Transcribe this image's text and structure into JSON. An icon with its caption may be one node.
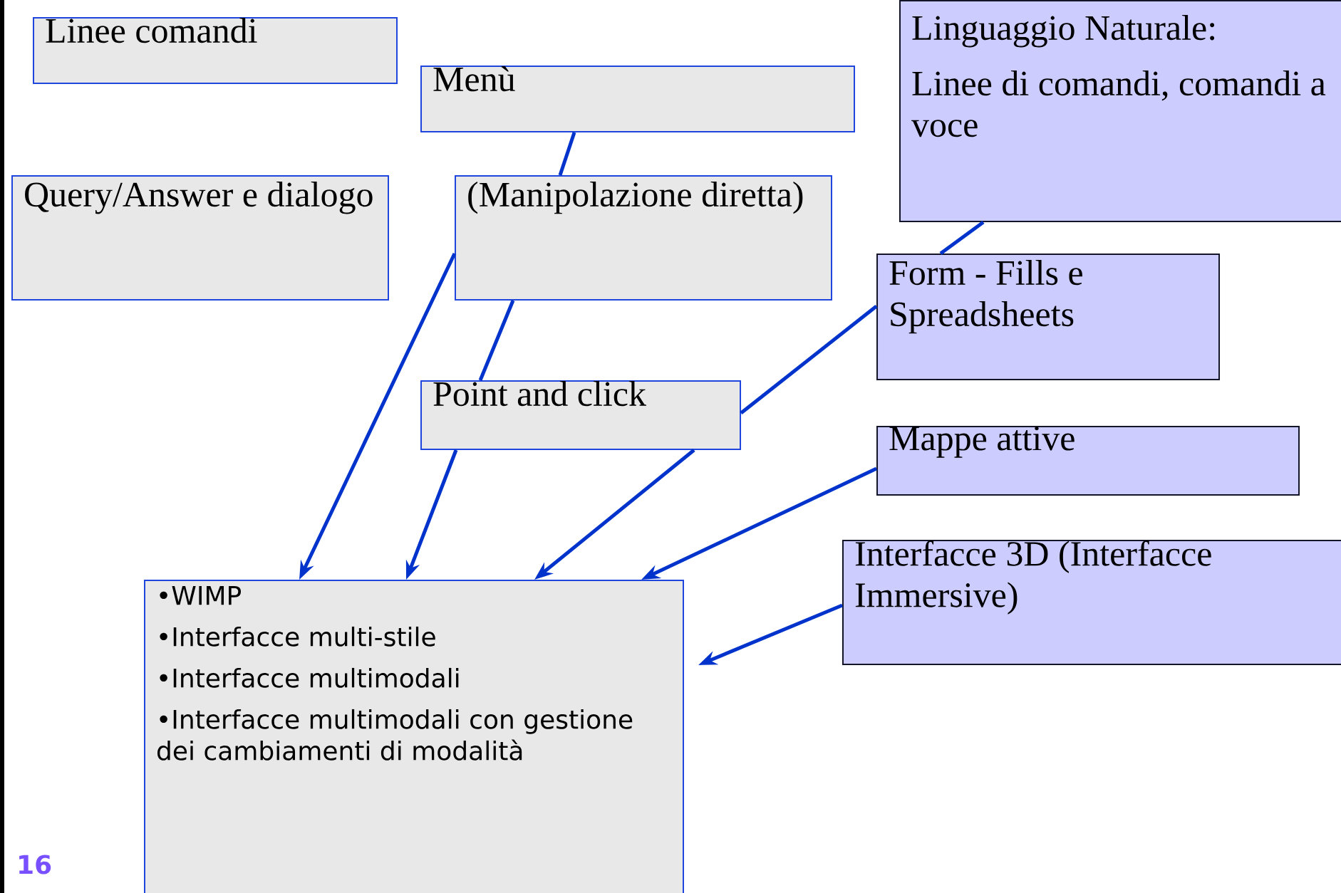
{
  "diagram": {
    "nodes": [
      {
        "text": [
          "Linee comandi"
        ]
      },
      {
        "text": [
          "Menù"
        ]
      },
      {
        "text": [
          "Linguaggio Naturale:",
          "Linee di comandi, comandi a voce"
        ]
      },
      {
        "text": [
          "Query/Answer e dialogo"
        ]
      },
      {
        "text": [
          "(Manipolazione diretta)"
        ]
      },
      {
        "text": [
          "Form - Fills e Spreadsheets"
        ]
      },
      {
        "text": [
          "Point and click"
        ]
      },
      {
        "text": [
          "Mappe attive"
        ]
      },
      {
        "text": [
          "Interfacce 3D (Interfacce Immersive)"
        ]
      },
      {
        "text": [
          "•WIMP",
          "•Interfacce multi-stile",
          "•Interfacce multimodali",
          "•Interfacce multimodali con gestione dei cambiamenti di modalità"
        ]
      }
    ],
    "edges": [
      {
        "from": 1,
        "to": 4,
        "arrow": "none"
      },
      {
        "from": 4,
        "to": 6,
        "arrow": "none"
      },
      {
        "from": 6,
        "to": 9,
        "arrow": "to"
      },
      {
        "from": 4,
        "to": 9,
        "arrow": "to"
      },
      {
        "from": 2,
        "to": 5,
        "arrow": "none"
      },
      {
        "from": 5,
        "to": 6,
        "arrow": "none"
      },
      {
        "from": 6,
        "to": 9,
        "arrow": "to"
      },
      {
        "from": 7,
        "to": 9,
        "arrow": "to"
      },
      {
        "from": 8,
        "to": 9,
        "arrow": "to"
      }
    ],
    "labels": [
      "16"
    ]
  }
}
